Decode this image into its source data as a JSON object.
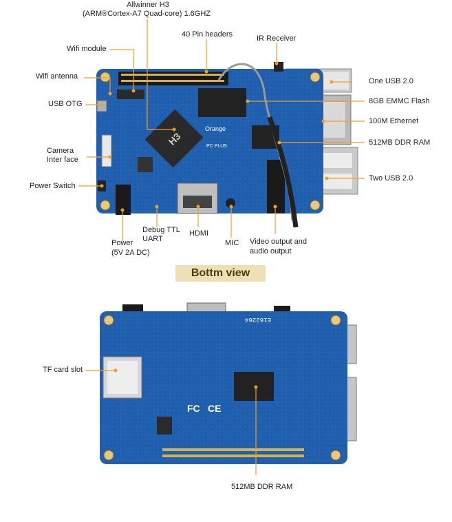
{
  "top_view": {
    "labels": {
      "cpu": "Allwinner H3",
      "cpu_detail": "(ARM®Cortex-A7 Quad-core) 1.6GHZ",
      "pin_headers": "40 Pin headers",
      "ir_receiver": "IR Receiver",
      "wifi_module": "Wifi module",
      "wifi_antenna": "Wifi antenna",
      "one_usb": "One USB 2.0",
      "usb_otg": "USB OTG",
      "emmc": "8GB EMMC Flash",
      "ethernet": "100M Ethernet",
      "ddr_top": "512MB DDR RAM",
      "camera_1": "Camera",
      "camera_2": "Inter face",
      "two_usb": "Two USB 2.0",
      "power_switch": "Power Switch",
      "debug_1": "Debug TTL",
      "debug_2": "UART",
      "power_1": "Power",
      "power_2": "(5V 2A DC)",
      "hdmi": "HDMI",
      "mic": "MIC",
      "video_1": "Video output and",
      "video_2": "audio output"
    },
    "board_text": {
      "chip": "H3",
      "brand": "Orange",
      "model": "PC PLUS"
    }
  },
  "section_title": "Bottm view",
  "bottom_view": {
    "labels": {
      "tf_card": "TF card slot",
      "ddr_bottom": "512MB DDR RAM"
    },
    "board_text": {
      "code": "E162264"
    }
  },
  "colors": {
    "leader_line": "#f0a020",
    "board_blue": "#1f5fae",
    "badge_bg": "#ece0b4"
  }
}
